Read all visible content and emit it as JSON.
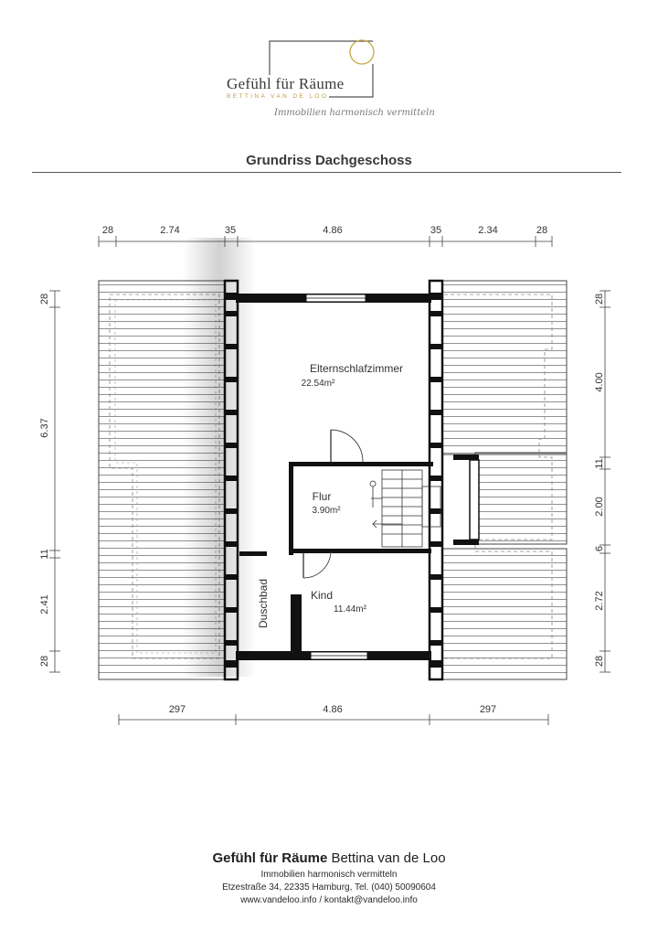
{
  "logo": {
    "name": "Gefühl für Räume",
    "subtitle": "BETTINA VAN DE LOO",
    "tagline": "Immobilien harmonisch vermitteln"
  },
  "plan_title": "Grundriss Dachgeschoss",
  "rooms": {
    "eltern_name": "Elternschlafzimmer",
    "eltern_area": "22.54m²",
    "flur_name": "Flur",
    "flur_area": "3.90m²",
    "kind_name": "Kind",
    "kind_area": "11.44m²",
    "duschbad_name": "Duschbad"
  },
  "dimensions": {
    "top": [
      "28",
      "2.74",
      "35",
      "4.86",
      "35",
      "2.34",
      "28"
    ],
    "bottom": [
      "297",
      "4.86",
      "297"
    ],
    "left": [
      "28",
      "6.37",
      "11",
      "2.41",
      "28"
    ],
    "right": [
      "28",
      "4.00",
      "11",
      "2.00",
      "6",
      "2.72",
      "28"
    ]
  },
  "footer": {
    "brand": "Gefühl für Räume",
    "owner": " Bettina van de Loo",
    "line2": "Immobilien harmonisch vermitteln",
    "line3": "Etzestraße 34, 22335 Hamburg, Tel. (040) 50090604",
    "line4": "www.vandeloo.info / kontakt@vandeloo.info"
  }
}
